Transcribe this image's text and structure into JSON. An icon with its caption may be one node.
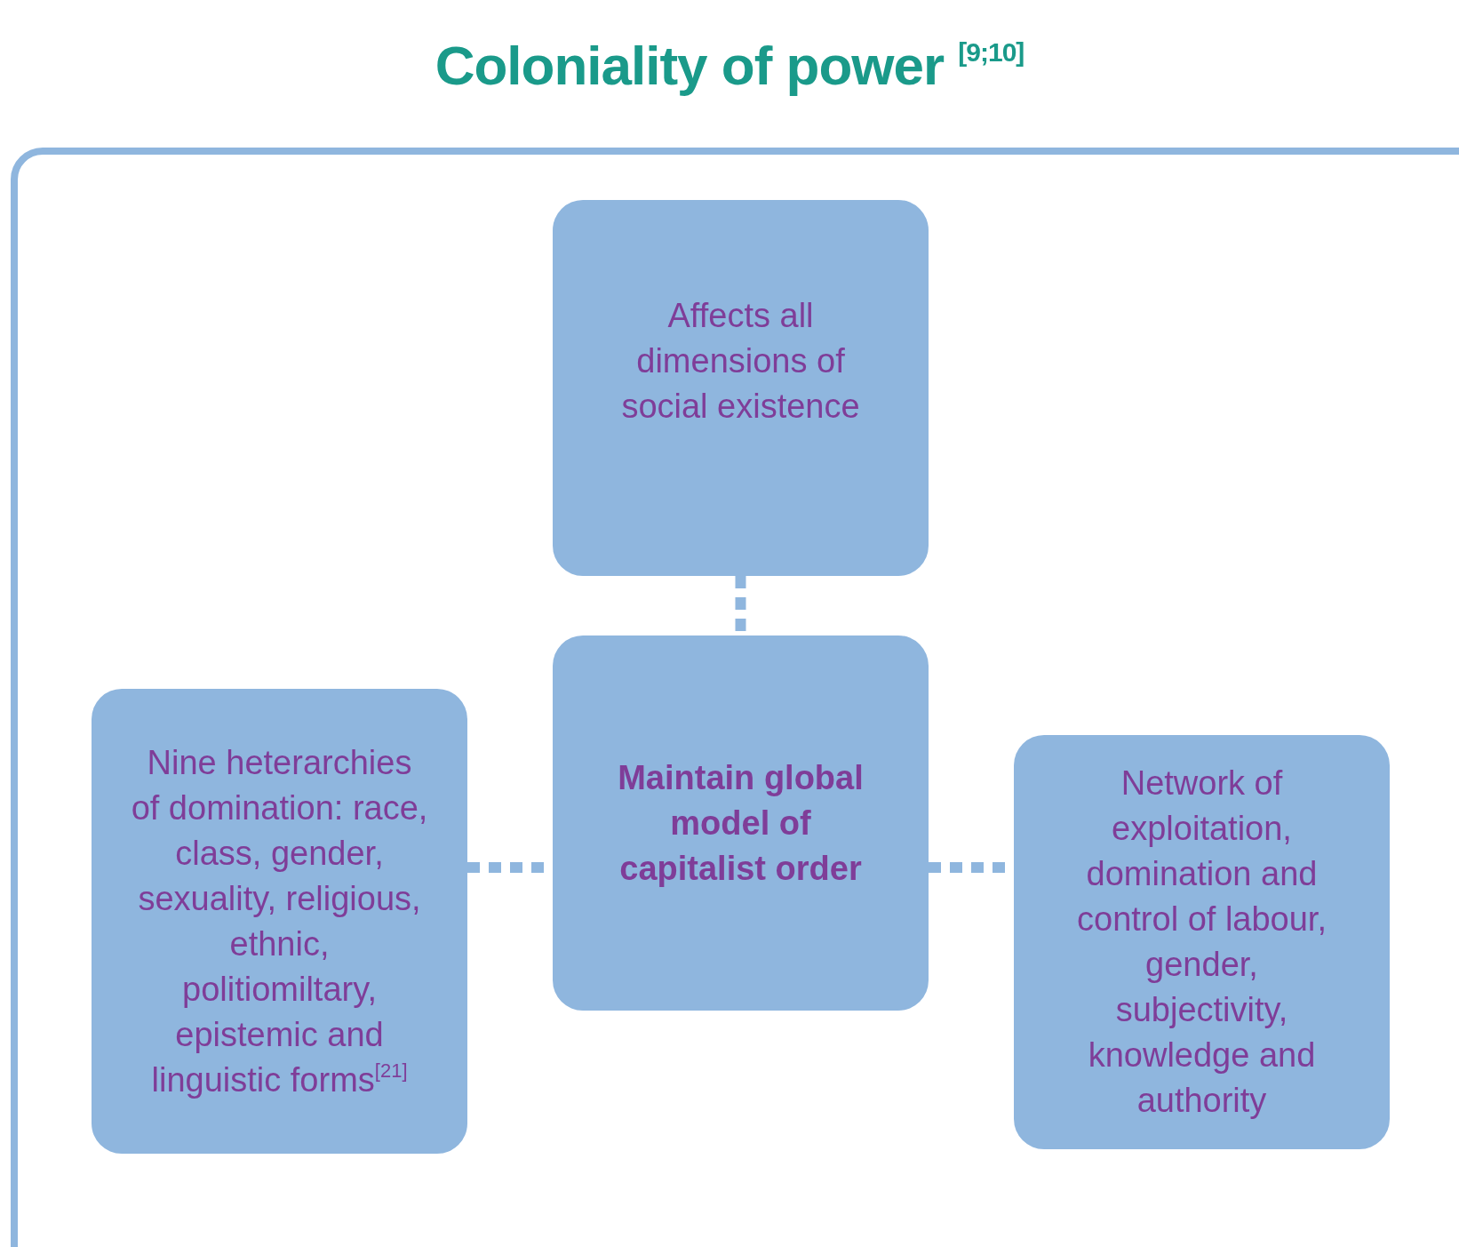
{
  "diagram": {
    "title": "Coloniality of power $^{[9;10]}$",
    "nodes": [
      {
        "text": [
          "Affects all dimensions of social existence"
        ]
      },
      {
        "text": [
          "Nine heterarchies of domination: race, class, gender, sexuality, religious, ethnic, politiomiltary, epistemic and linguistic forms$^{[21]}$"
        ]
      },
      {
        "text": [
          "**Maintain global model of capitalist order**"
        ]
      },
      {
        "text": [
          "Network of exploitation, domination and control of labour, gender, subjectivity, knowledge and authority"
        ]
      }
    ],
    "edges": [
      {
        "from": 0,
        "to": 2,
        "arrow": "none",
        "style": "dashed"
      },
      {
        "from": 1,
        "to": 2,
        "arrow": "none",
        "style": "dashed"
      },
      {
        "from": 2,
        "to": 3,
        "arrow": "none",
        "style": "dashed"
      }
    ]
  }
}
